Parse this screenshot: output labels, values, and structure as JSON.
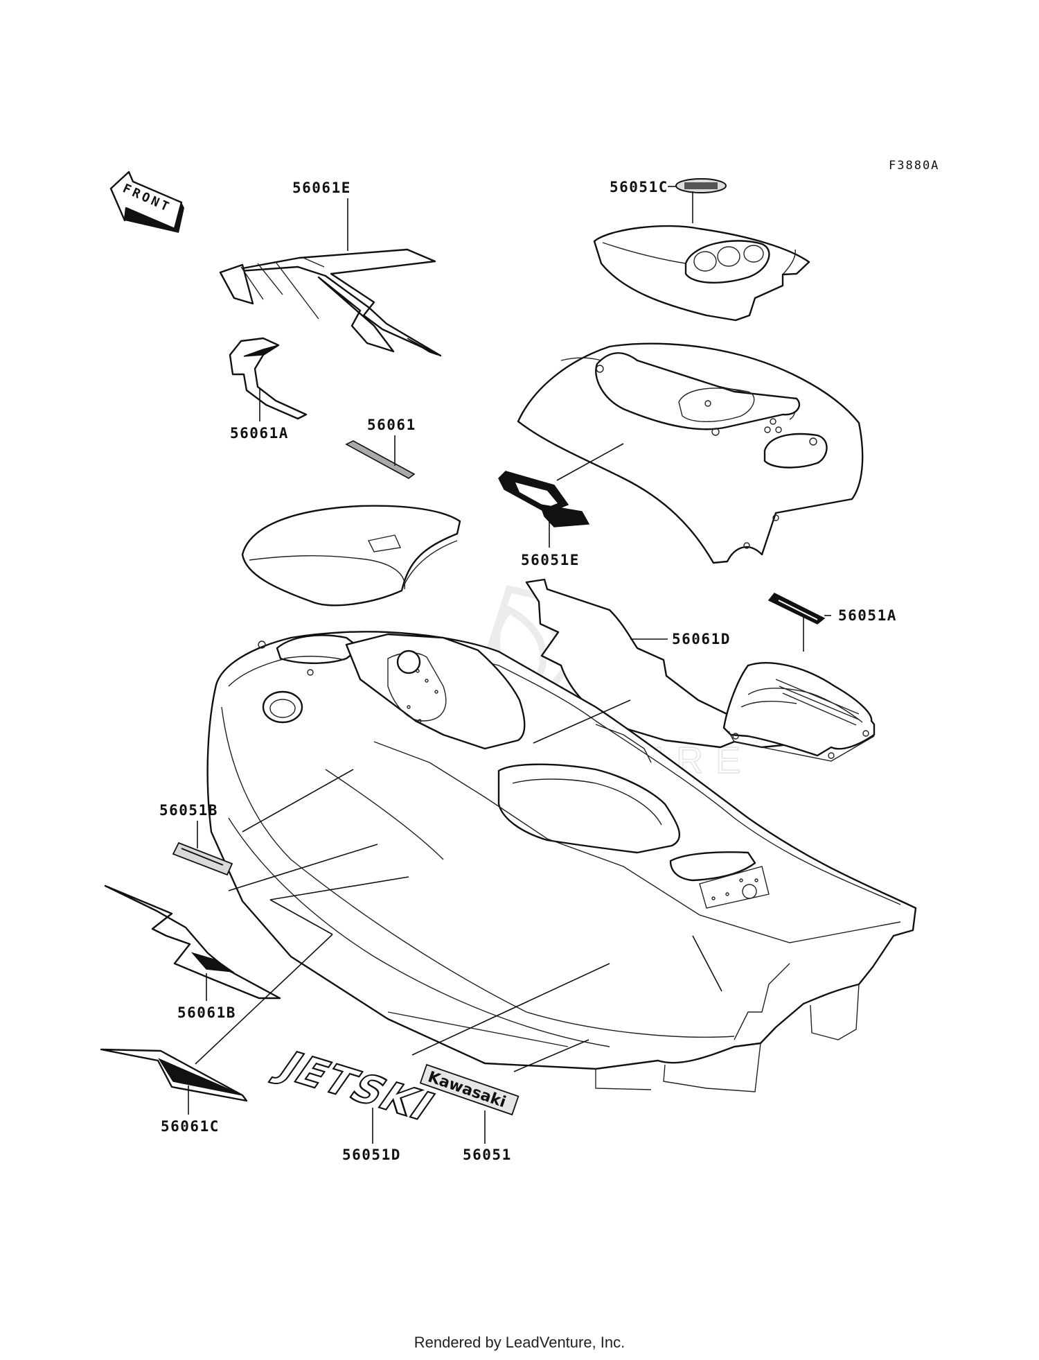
{
  "figure_code": "F3880A",
  "direction_label": "FRONT",
  "parts": [
    {
      "id": "56061E"
    },
    {
      "id": "56061A"
    },
    {
      "id": "56061"
    },
    {
      "id": "56051C"
    },
    {
      "id": "56051E"
    },
    {
      "id": "56061D"
    },
    {
      "id": "56051A"
    },
    {
      "id": "56051B"
    },
    {
      "id": "56061B"
    },
    {
      "id": "56061C"
    },
    {
      "id": "56051D"
    },
    {
      "id": "56051"
    }
  ],
  "decal_text": {
    "jetski": "JETSKI",
    "kawasaki": "Kawasaki"
  },
  "watermark": "LEADVENTURE",
  "footer": "Rendered by LeadVenture, Inc."
}
